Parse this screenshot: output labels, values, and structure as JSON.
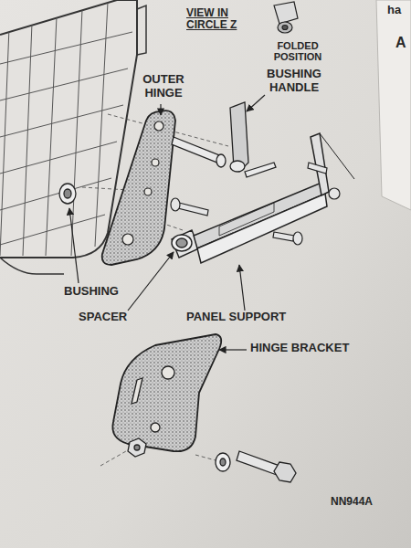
{
  "diagram": {
    "labels": [
      "ha",
      "A",
      "VIEW IN CIRCLE Z",
      "FOLDED POSITION",
      "OUTER HINGE",
      "BUSHING HANDLE",
      "BUSHING",
      "SPACER",
      "PANEL SUPPORT",
      "HINGE BRACKET",
      "NN944A"
    ]
  }
}
